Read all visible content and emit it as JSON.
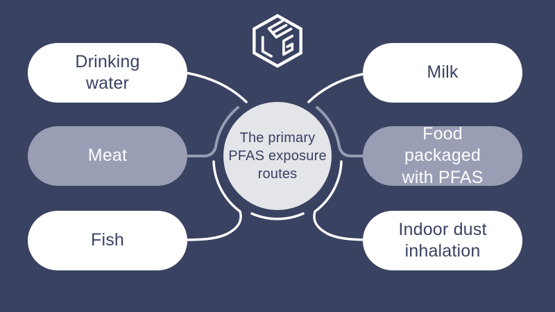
{
  "canvas": {
    "description": "PFAS exposure routes infographic"
  },
  "logo": {
    "icon": "isometric-cube-elg-logo"
  },
  "center": {
    "title": "The primary PFAS exposure routes"
  },
  "nodes": {
    "left": [
      {
        "label": "Drinking water",
        "style": "white"
      },
      {
        "label": "Meat",
        "style": "gray"
      },
      {
        "label": "Fish",
        "style": "white"
      }
    ],
    "right": [
      {
        "label": "Milk",
        "style": "white"
      },
      {
        "label": "Food packaged with PFAS",
        "style": "gray"
      },
      {
        "label": "Indoor dust inhalation",
        "style": "white"
      }
    ]
  },
  "colors": {
    "background": "#3a4262",
    "node_white": "#ffffff",
    "node_gray": "#999eb4",
    "center_circle": "#e4e5e9",
    "text_dark": "#3a4262",
    "text_light": "#fdfdfe",
    "connector_white": "#ffffff",
    "connector_gray": "#959bb1"
  }
}
